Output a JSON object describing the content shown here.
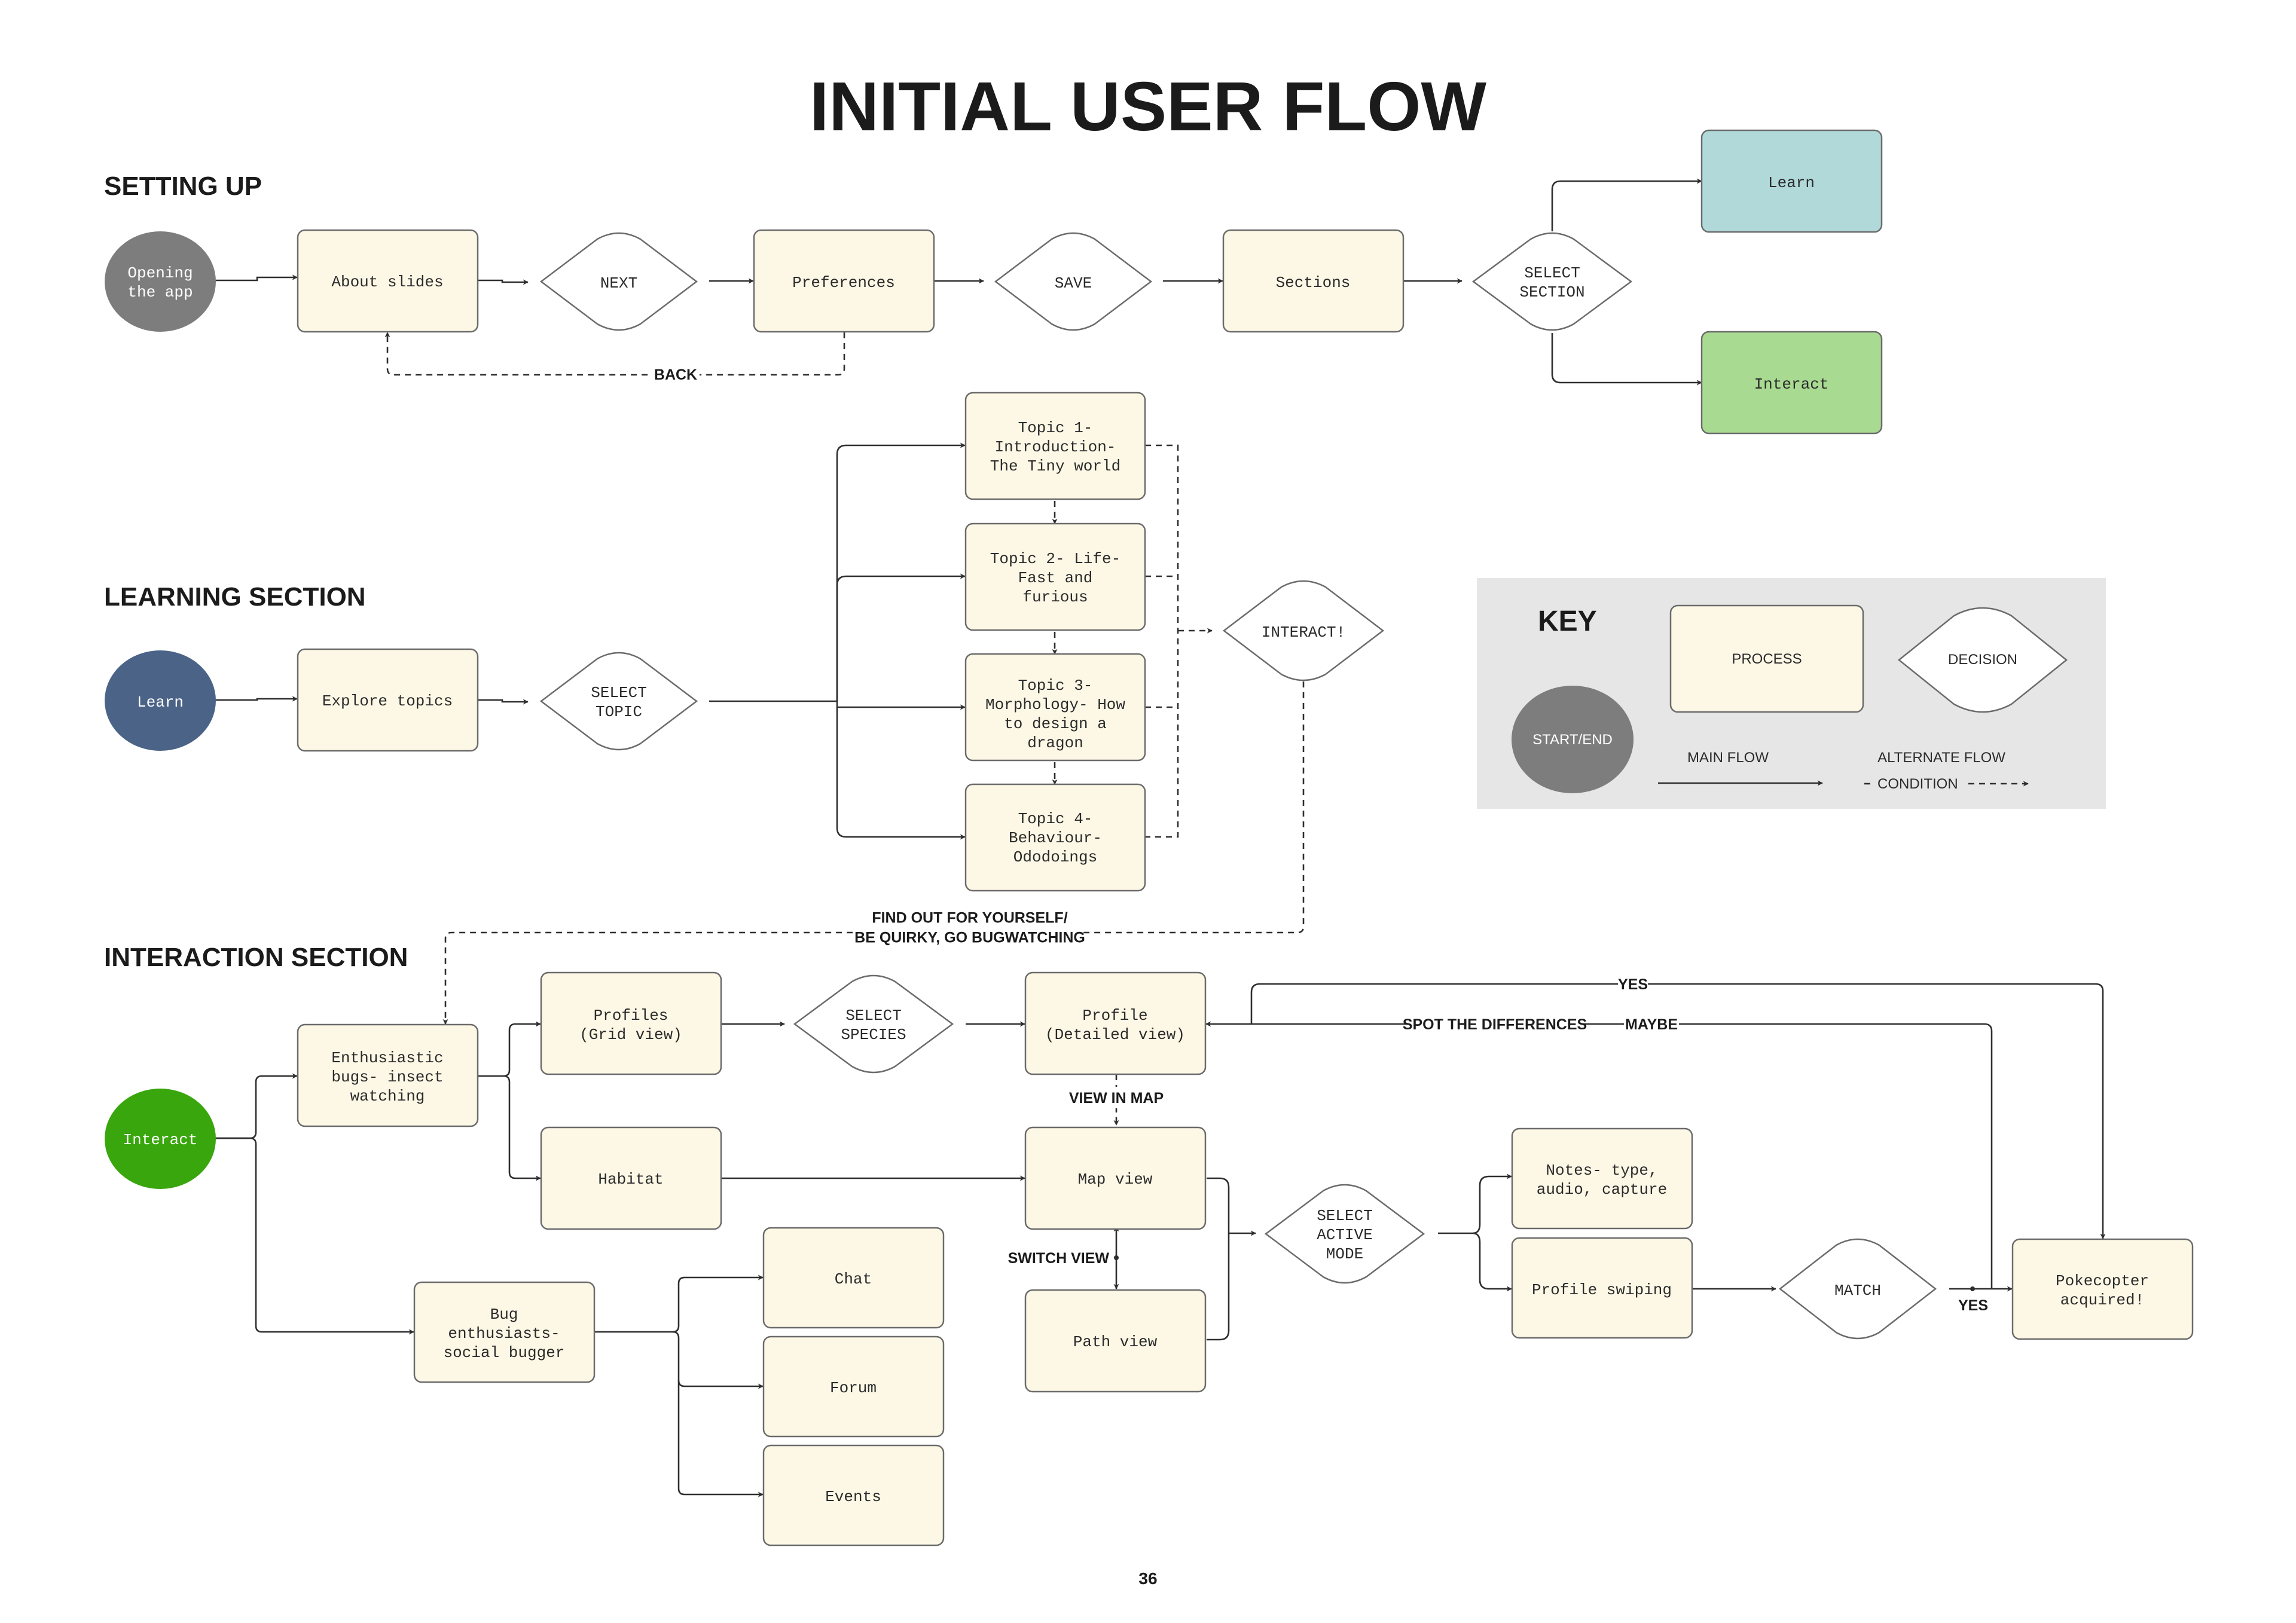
{
  "title": "INITIAL USER FLOW",
  "sections": {
    "setup": "SETTING UP",
    "learning": "LEARNING SECTION",
    "interaction": "INTERACTION SECTION"
  },
  "nodes": {
    "opening_app": "Opening\nthe app",
    "about_slides": "About slides",
    "next": "NEXT",
    "preferences": "Preferences",
    "save": "SAVE",
    "sections": "Sections",
    "select_section": "SELECT\nSECTION",
    "learn_top": "Learn",
    "interact_top": "Interact",
    "learn_start": "Learn",
    "explore_topics": "Explore topics",
    "select_topic": "SELECT\nTOPIC",
    "topic1": "Topic 1-\nIntroduction-\nThe Tiny world",
    "topic2": "Topic 2- Life-\nFast and\nfurious",
    "topic3": "Topic 3-\nMorphology- How\nto design a\ndragon",
    "topic4": "Topic 4-\nBehaviour-\nOdodoings",
    "interact_decision": "INTERACT!",
    "interact_start": "Interact",
    "enthusiastic": "Enthusiastic\nbugs- insect\nwatching",
    "profiles_grid": "Profiles\n(Grid view)",
    "select_species": "SELECT\nSPECIES",
    "profile_detailed": "Profile\n(Detailed view)",
    "habitat": "Habitat",
    "map_view": "Map view",
    "path_view": "Path view",
    "select_active_mode": "SELECT\nACTIVE\nMODE",
    "notes": "Notes- type,\naudio, capture",
    "profile_swiping": "Profile swiping",
    "match": "MATCH",
    "pokecopter": "Pokecopter\nacquired!",
    "bug_social": "Bug\nenthusiasts-\nsocial bugger",
    "chat": "Chat",
    "forum": "Forum",
    "events": "Events"
  },
  "edge_labels": {
    "back": "BACK",
    "find_out": "FIND OUT FOR YOURSELF/\nBE QUIRKY, GO BUGWATCHING",
    "yes_top": "YES",
    "spot_differences": "SPOT THE DIFFERENCES",
    "maybe": "MAYBE",
    "view_in_map": "VIEW IN MAP",
    "switch_view": "SWITCH VIEW",
    "yes_bottom": "YES"
  },
  "key": {
    "title": "KEY",
    "process": "PROCESS",
    "decision": "DECISION",
    "start_end": "START/END",
    "main_flow": "MAIN FLOW",
    "alternate_flow": "ALTERNATE FLOW",
    "condition": "CONDITION"
  },
  "page_number": "36",
  "colors": {
    "process_fill": "#fdf8e6",
    "start_gray": "#7d7d7d",
    "learn_teal": "#b1d9d9",
    "interact_green_light": "#a9da92",
    "learn_blue": "#4b6387",
    "interact_green": "#38a60c",
    "key_background": "#e6e6e6"
  }
}
